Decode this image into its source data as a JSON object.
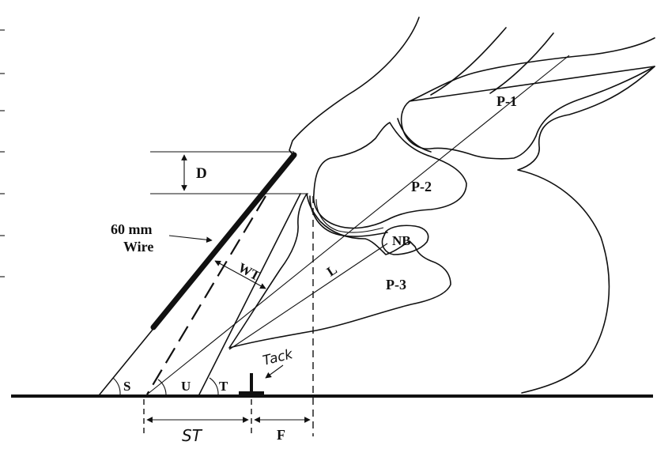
{
  "labels": {
    "d": "D",
    "wire_line1": "60 mm",
    "wire_line2": "Wire",
    "wt": "WT",
    "p1": "P-1",
    "p2": "P-2",
    "p3": "P-3",
    "nb": "NB",
    "l": "L",
    "s": "S",
    "u": "U",
    "t": "T",
    "tack": "Tack",
    "st": "ST",
    "f": "F"
  }
}
